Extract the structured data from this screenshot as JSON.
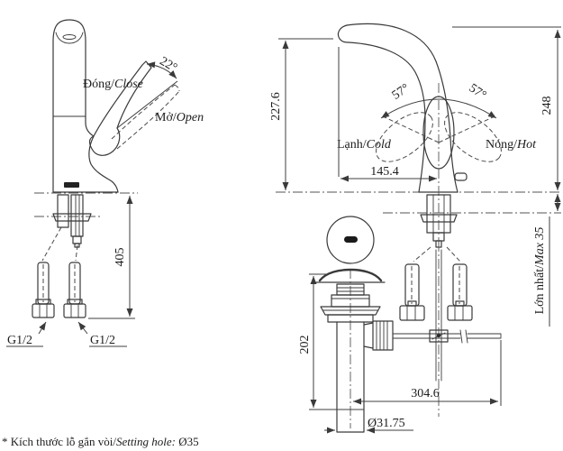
{
  "diagram": {
    "note": {
      "vi": "* Kích thước lỗ gắn vòi/",
      "en": "Setting hole: ",
      "value": "Ø35"
    },
    "left_view": {
      "close_label": {
        "vi": "Đóng/",
        "en": "Close"
      },
      "open_label": {
        "vi": "Mở/",
        "en": "Open"
      },
      "handle_angle": "22°",
      "thread_left": "G1/2",
      "thread_right": "G1/2",
      "dim_hose_drop": "405"
    },
    "right_view": {
      "swivel_angle_left": "57°",
      "swivel_angle_right": "57°",
      "cold_label": {
        "vi": "Lạnh/",
        "en": "Cold"
      },
      "hot_label": {
        "vi": "Nóng/",
        "en": "Hot"
      },
      "dim_spout_height": "227.6",
      "dim_total_height": "248",
      "dim_spout_reach": "145.4",
      "deck_thickness": {
        "vi": "Lớn nhất/",
        "en": "Max 35"
      },
      "dim_drain_height": "202",
      "dim_rod_reach": "304.6",
      "dim_drain_diameter": "Ø31.75"
    }
  }
}
